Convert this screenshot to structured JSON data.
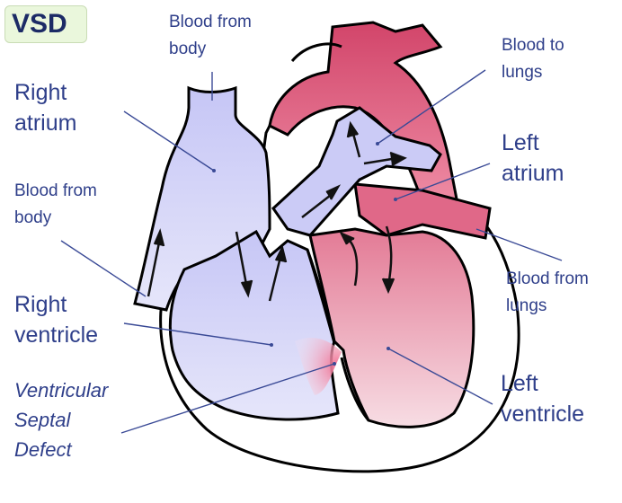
{
  "title": "VSD",
  "labels": {
    "blood_from_body_top": [
      "Blood from",
      "body"
    ],
    "blood_to_lungs": [
      "Blood to",
      "lungs"
    ],
    "right_atrium": [
      "Right",
      "atrium"
    ],
    "left_atrium": [
      "Left",
      "atrium"
    ],
    "blood_from_body_left": [
      "Blood from",
      "body"
    ],
    "blood_from_lungs": [
      "Blood from",
      "lungs"
    ],
    "right_ventricle": [
      "Right",
      "ventricle"
    ],
    "ventricular_septal_defect": [
      "Ventricular",
      "Septal",
      "Defect"
    ],
    "left_ventricle": [
      "Left",
      "ventricle"
    ]
  },
  "colors": {
    "title_text": "#1c2b66",
    "title_bg": "#eaf7dc",
    "label_text": "#2f3f8a",
    "deoxygenated_blood": "#c8c8f6",
    "oxygenated_blood": "#d84a6a",
    "septal_defect": "#f07a9a",
    "outline": "#000000"
  }
}
